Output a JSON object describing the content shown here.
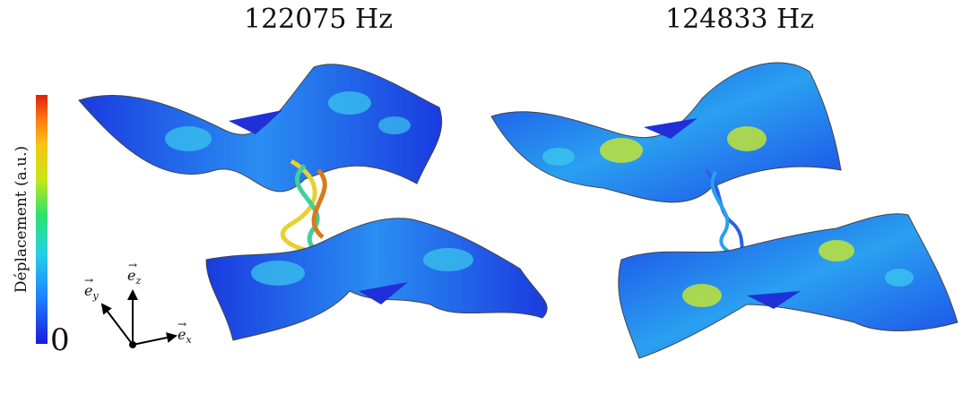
{
  "modes": [
    {
      "frequency": "122075 Hz"
    },
    {
      "frequency": "124833 Hz"
    }
  ],
  "colorbar": {
    "label": "Déplacement (a.u.)",
    "min_label": "0",
    "colors": [
      "#1a1adb",
      "#1e7fff",
      "#22d0e8",
      "#2de36a",
      "#c8e61a",
      "#f5c514",
      "#ff7a10",
      "#e0200f"
    ]
  },
  "axes": {
    "x": {
      "base": "e",
      "sub": "x"
    },
    "y": {
      "base": "e",
      "sub": "y"
    },
    "z": {
      "base": "e",
      "sub": "z"
    }
  }
}
